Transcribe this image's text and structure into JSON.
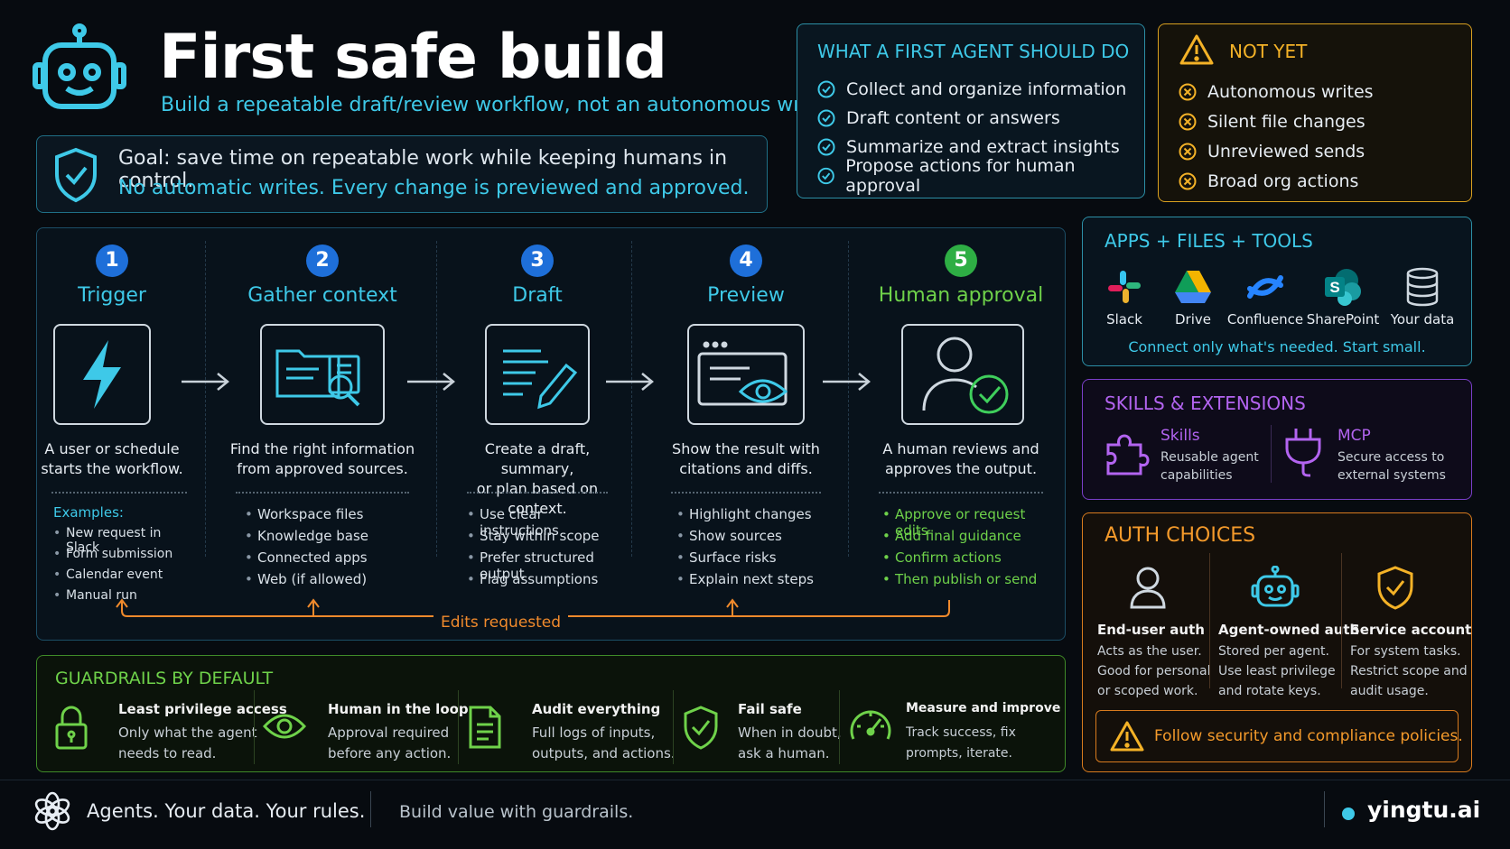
{
  "header": {
    "title": "First safe build",
    "subtitle": "Build a repeatable draft/review workflow, not an autonomous writer."
  },
  "goal": {
    "line1": "Goal: save time on repeatable work while keeping humans in control.",
    "line2": "No automatic writes. Every change is previewed and approved."
  },
  "should_do": {
    "heading": "WHAT A FIRST AGENT SHOULD DO",
    "items": [
      "Collect and organize information",
      "Draft content or answers",
      "Summarize and extract insights",
      "Propose actions for human approval"
    ]
  },
  "not_yet": {
    "heading": "NOT YET",
    "items": [
      "Autonomous writes",
      "Silent file changes",
      "Unreviewed sends",
      "Broad org actions"
    ]
  },
  "workflow": {
    "steps": [
      {
        "num": "1",
        "name": "Trigger",
        "desc1": "A user or schedule",
        "desc2": "starts the workflow.",
        "examples_label": "Examples:",
        "bullets": [
          "New request in Slack",
          "Form submission",
          "Calendar event",
          "Manual run"
        ]
      },
      {
        "num": "2",
        "name": "Gather context",
        "desc1": "Find the right information",
        "desc2": "from approved sources.",
        "bullets": [
          "Workspace files",
          "Knowledge base",
          "Connected apps",
          "Web (if allowed)"
        ]
      },
      {
        "num": "3",
        "name": "Draft",
        "desc1": "Create a draft, summary,",
        "desc2": "or plan based on context.",
        "bullets": [
          "Use clear instructions",
          "Stay within scope",
          "Prefer structured output",
          "Flag assumptions"
        ]
      },
      {
        "num": "4",
        "name": "Preview",
        "desc1": "Show the result with",
        "desc2": "citations and diffs.",
        "bullets": [
          "Highlight changes",
          "Show sources",
          "Surface risks",
          "Explain next steps"
        ]
      },
      {
        "num": "5",
        "name": "Human approval",
        "desc1": "A human reviews and",
        "desc2": "approves the output.",
        "bullets": [
          "Approve or request edits",
          "Add final guidance",
          "Confirm actions",
          "Then publish or send"
        ]
      }
    ],
    "edits_label": "Edits requested"
  },
  "apps": {
    "heading": "APPS  +  FILES  +  TOOLS",
    "items": [
      {
        "label": "Slack",
        "icon": "slack-icon"
      },
      {
        "label": "Drive",
        "icon": "drive-icon"
      },
      {
        "label": "Confluence",
        "icon": "confluence-icon"
      },
      {
        "label": "SharePoint",
        "icon": "sharepoint-icon"
      },
      {
        "label": "Your data",
        "icon": "database-icon"
      }
    ],
    "note": "Connect only what's needed. Start small."
  },
  "skills": {
    "heading": "SKILLS & EXTENSIONS",
    "items": [
      {
        "title": "Skills",
        "line1": "Reusable agent",
        "line2": "capabilities",
        "icon": "puzzle-icon"
      },
      {
        "title": "MCP",
        "line1": "Secure access to",
        "line2": "external systems",
        "icon": "plug-icon"
      }
    ]
  },
  "auth": {
    "heading": "AUTH CHOICES",
    "items": [
      {
        "title": "End-user auth",
        "line1": "Acts as the user.",
        "line2": "Good for personal",
        "line3": "or scoped work.",
        "icon": "user-icon"
      },
      {
        "title": "Agent-owned auth",
        "line1": "Stored per agent.",
        "line2": "Use least privilege",
        "line3": "and rotate keys.",
        "icon": "robot-icon"
      },
      {
        "title": "Service account",
        "line1": "For system tasks.",
        "line2": "Restrict scope and",
        "line3": "audit usage.",
        "icon": "shield-check-icon"
      }
    ],
    "policy": "Follow security and compliance policies."
  },
  "guardrails": {
    "heading": "GUARDRAILS BY DEFAULT",
    "items": [
      {
        "title": "Least privilege access",
        "line1": "Only what the agent",
        "line2": "needs to read.",
        "icon": "lock-icon"
      },
      {
        "title": "Human in the loop",
        "line1": "Approval required",
        "line2": "before any action.",
        "icon": "eye-icon"
      },
      {
        "title": "Audit everything",
        "line1": "Full logs of inputs,",
        "line2": "outputs, and actions.",
        "icon": "document-icon"
      },
      {
        "title": "Fail safe",
        "line1": "When in doubt,",
        "line2": "ask a human.",
        "icon": "shield-check-icon"
      },
      {
        "title": "Measure and improve",
        "line1": "Track success, fix",
        "line2": "prompts, iterate.",
        "icon": "gauge-icon"
      }
    ]
  },
  "footer": {
    "tagline": "Agents. Your data. Your rules.",
    "tagline2": "Build value with guardrails.",
    "brand": "yingtu.ai"
  }
}
